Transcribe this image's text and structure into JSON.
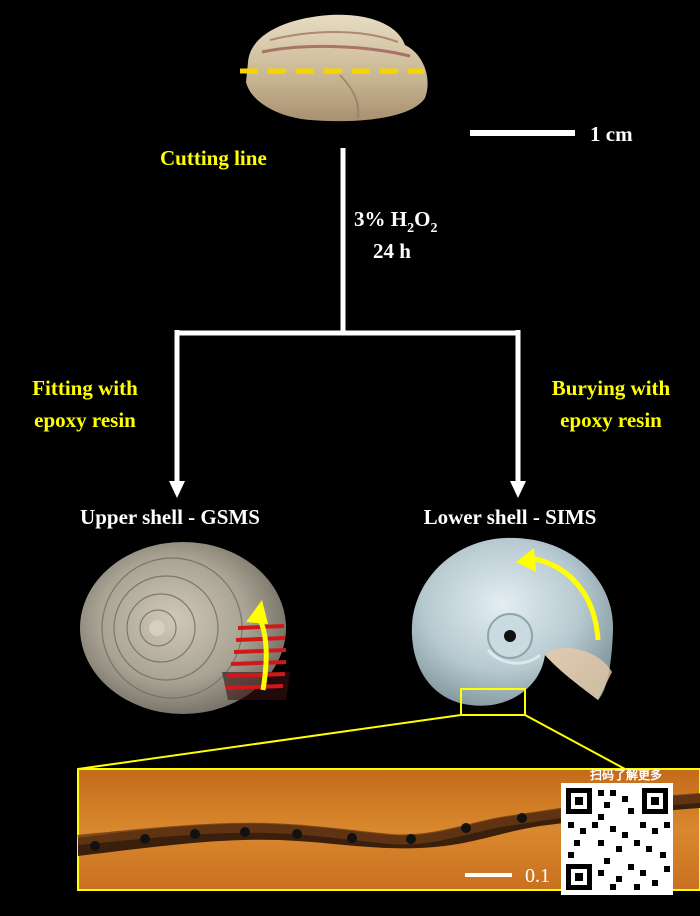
{
  "scale_bar_top": "1 cm",
  "cutting_line_label": "Cutting line",
  "treatment": {
    "reagent_prefix": "3% H",
    "sub1": "2",
    "mid": "O",
    "sub2": "2",
    "duration": "24 h"
  },
  "left_branch": {
    "line1": "Fitting with",
    "line2": "epoxy resin",
    "result": "Upper shell - GSMS"
  },
  "right_branch": {
    "line1": "Burying with",
    "line2": "epoxy resin",
    "result": "Lower shell - SIMS"
  },
  "micrograph_scale": "0.1",
  "qr_caption": "扫码了解更多",
  "colors": {
    "accent_yellow": "#ffff00",
    "cutting_line": "#f5d400",
    "sample_mark_red": "#d01818",
    "background": "#000000"
  }
}
